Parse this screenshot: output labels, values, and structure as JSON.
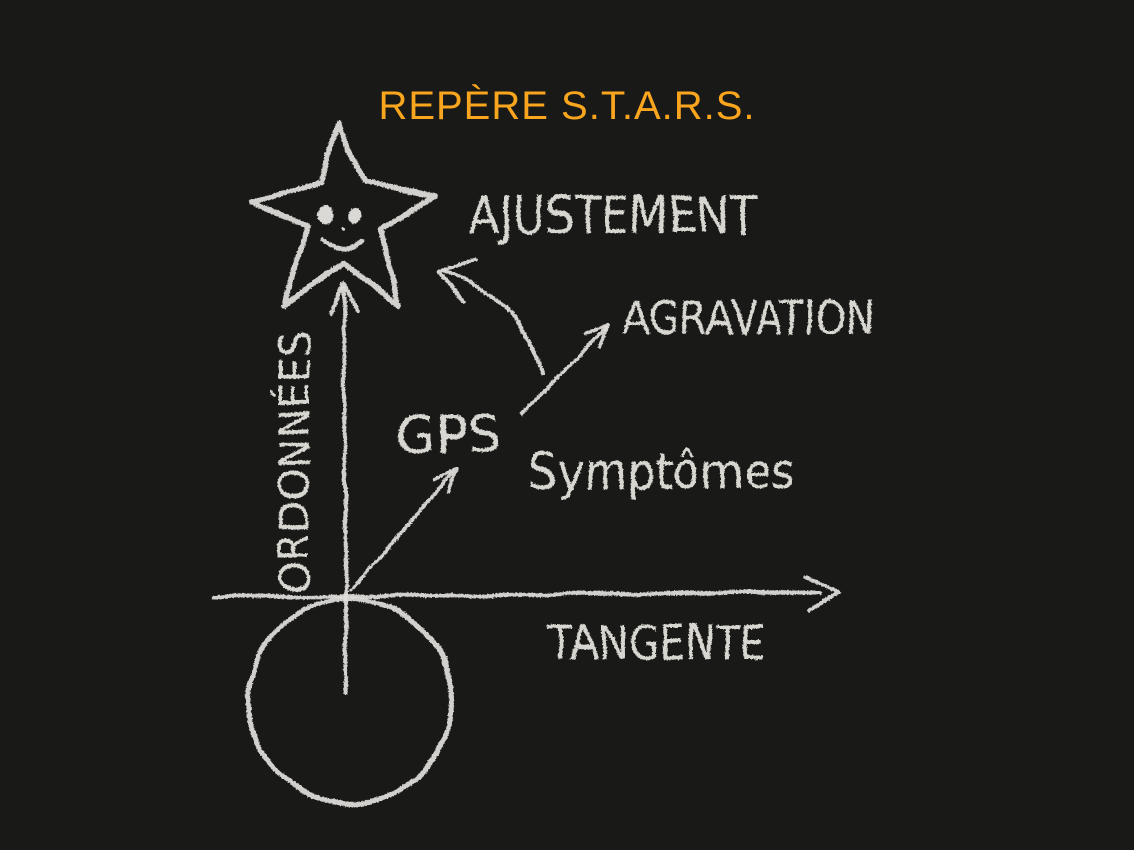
{
  "page": {
    "background_color": "#191918"
  },
  "title": {
    "text": "REPÈRE S.T.A.R.S.",
    "color": "#F9A51D"
  },
  "board": {
    "chalk_color": "#E6E4DF",
    "star_icon": "smiley-star-icon",
    "axes": {
      "y_label": "ORDONNÉES",
      "x_label": "TANGENTE"
    },
    "annotations": {
      "ajustement": "AJUSTEMENT",
      "agravation": "AGRAVATION",
      "gps": "GPS",
      "symptomes": "Symptômes"
    },
    "icons": {
      "star": "smiley-star-icon",
      "y_axis_arrow": "up-arrow-icon",
      "x_axis_arrow": "right-arrow-icon",
      "gps_arrow": "diagonal-up-right-arrow-icon",
      "agravation_arrow": "diagonal-up-right-arrow-icon",
      "ajustement_arrow": "curved-up-left-arrow-icon",
      "origin_circle": "circle-shape"
    }
  }
}
